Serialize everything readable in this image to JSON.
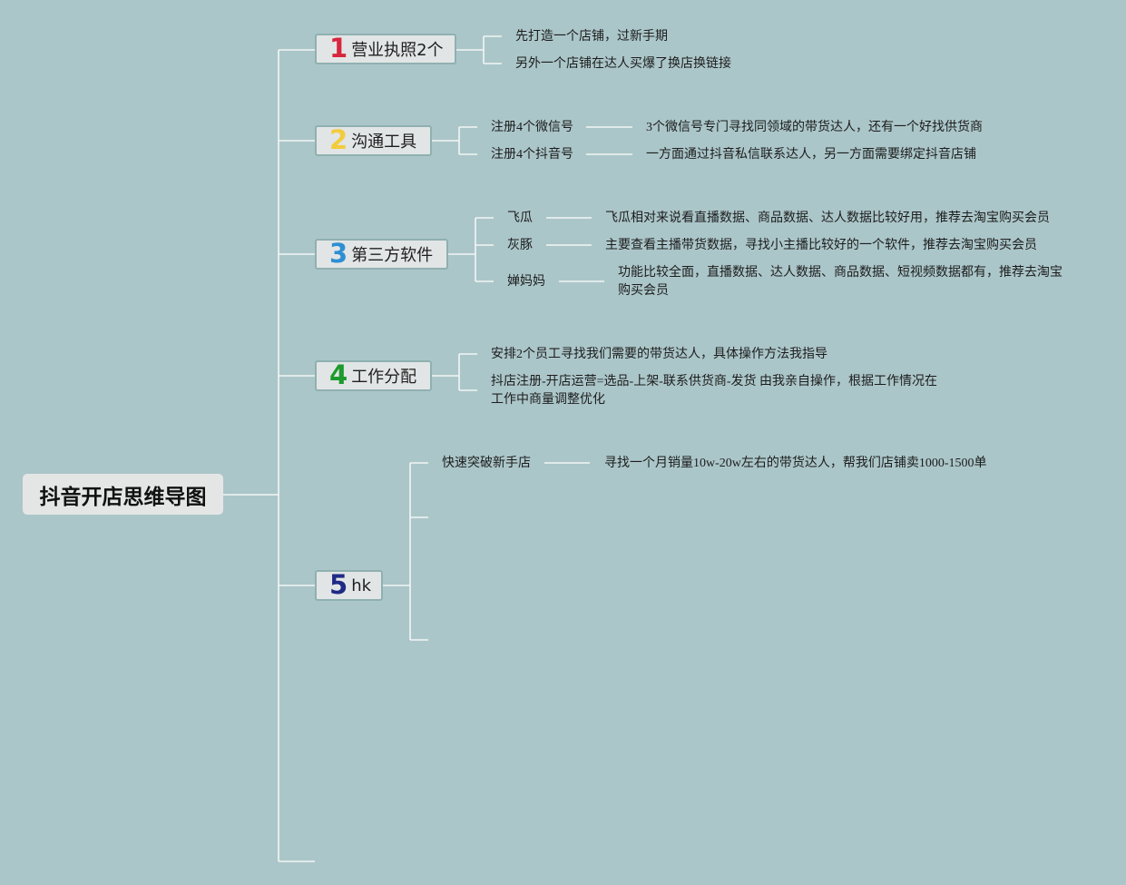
{
  "root": {
    "title": "抖音开店思维导图"
  },
  "branches": [
    {
      "num": "1",
      "num_color": "#d7263d",
      "label": "营业执照2个",
      "items": [
        "先打造一个店铺，过新手期",
        "另外一个店铺在达人买爆了换店换链接"
      ]
    },
    {
      "num": "2",
      "num_color": "#f2cc3d",
      "label": "沟通工具",
      "items": [
        {
          "name": "注册4个微信号",
          "detail": "3个微信号专门寻找同领域的带货达人，还有一个好找供货商"
        },
        {
          "name": "注册4个抖音号",
          "detail": "一方面通过抖音私信联系达人，另一方面需要绑定抖音店铺"
        }
      ]
    },
    {
      "num": "3",
      "num_color": "#2e8fd3",
      "label": "第三方软件",
      "items": [
        {
          "name": "飞瓜",
          "detail": "飞瓜相对来说看直播数据、商品数据、达人数据比较好用，推荐去淘宝购买会员"
        },
        {
          "name": "灰豚",
          "detail": "主要查看主播带货数据，寻找小主播比较好的一个软件，推荐去淘宝购买会员"
        },
        {
          "name": "婵妈妈",
          "detail": "功能比较全面，直播数据、达人数据、商品数据、短视频数据都有，推荐去淘宝购买会员"
        }
      ]
    },
    {
      "num": "4",
      "num_color": "#1e9a2e",
      "label": "工作分配",
      "items": [
        "安排2个员工寻找我们需要的带货达人，具体操作方法我指导",
        "抖店注册-开店运营=选品-上架-联系供货商-发货 由我亲自操作，根据工作情况在工作中商量调整优化"
      ]
    },
    {
      "num": "5",
      "num_color": "#1f2a86",
      "label": "hk",
      "items": [
        {
          "name": "快速突破新手店",
          "detail": "寻找一个月销量10w-20w左右的带货达人，帮我们店铺卖1000-1500单"
        }
      ]
    }
  ]
}
